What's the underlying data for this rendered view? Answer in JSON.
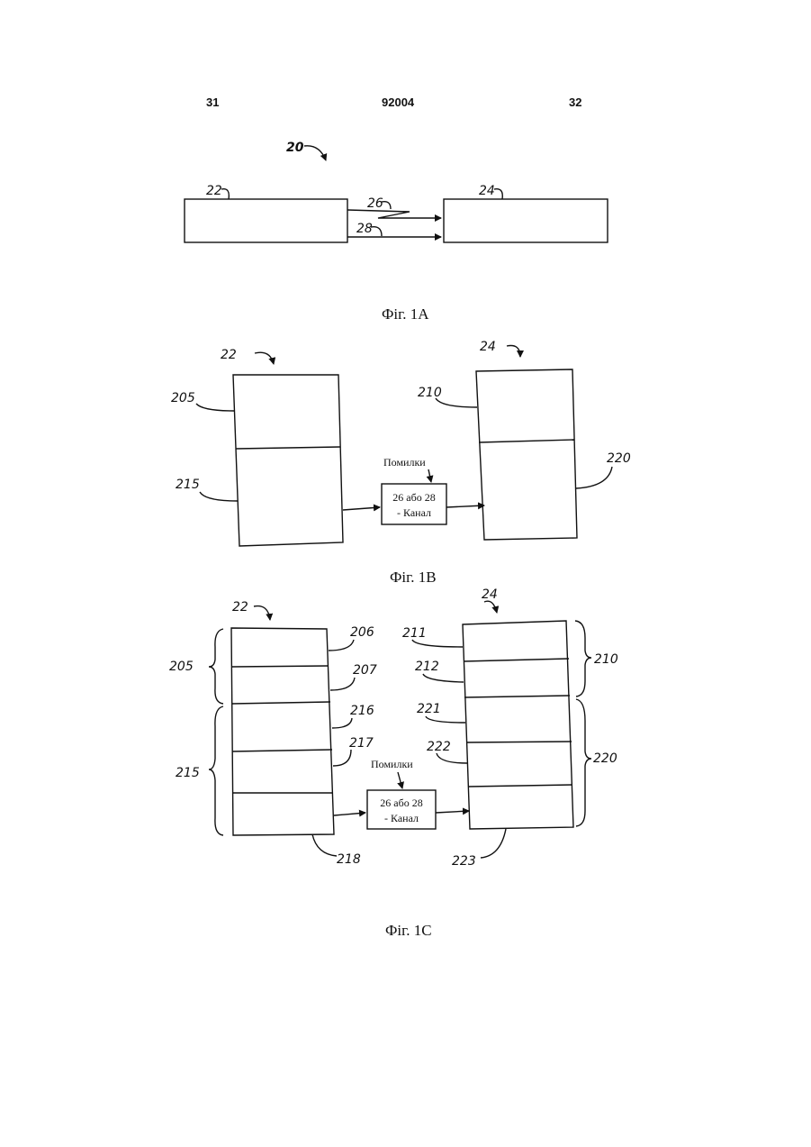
{
  "header": {
    "left_page": "31",
    "patent_number": "92004",
    "right_page": "32"
  },
  "fig1a": {
    "caption": "Фіг. 1А",
    "labels": {
      "system": "20",
      "transmitter": "22",
      "receiver": "24",
      "channel_a": "26",
      "channel_b": "28"
    }
  },
  "fig1b": {
    "caption": "Фіг. 1В",
    "labels": {
      "transmitter": "22",
      "receiver": "24",
      "tx_part_a": "205",
      "tx_part_b": "215",
      "rx_part_a": "210",
      "rx_part_b": "220"
    },
    "errors_label": "Помилки",
    "channel_box": [
      "26 або 28",
      "- Канал"
    ]
  },
  "fig1c": {
    "caption": "Фіг. 1С",
    "labels": {
      "transmitter": "22",
      "receiver": "24",
      "tx_group_a": "205",
      "tx_group_b": "215",
      "tx_206": "206",
      "tx_207": "207",
      "tx_216": "216",
      "tx_217": "217",
      "tx_218": "218",
      "rx_group_a": "210",
      "rx_group_b": "220",
      "rx_211": "211",
      "rx_212": "212",
      "rx_221": "221",
      "rx_222": "222",
      "rx_223": "223"
    },
    "errors_label": "Помилки",
    "channel_box": [
      "26 або 28",
      "- Канал"
    ]
  }
}
